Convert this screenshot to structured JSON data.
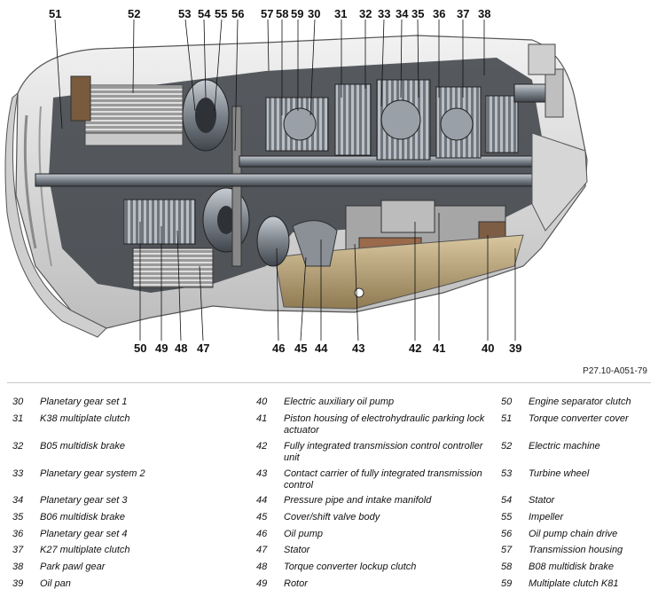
{
  "figure_code": "P27.10-A051-79",
  "callouts": {
    "top": [
      "51",
      "52",
      "53",
      "54",
      "55",
      "56",
      "57",
      "58",
      "59",
      "30",
      "31",
      "32",
      "33",
      "34",
      "35",
      "36",
      "37",
      "38"
    ],
    "bottom": [
      "50",
      "49",
      "48",
      "47",
      "46",
      "45",
      "44",
      "43",
      "42",
      "41",
      "40",
      "39"
    ]
  },
  "legend": [
    {
      "num": "30",
      "text": "Planetary gear set 1"
    },
    {
      "num": "31",
      "text": "K38 multiplate clutch"
    },
    {
      "num": "32",
      "text": "B05 multidisk brake"
    },
    {
      "num": "33",
      "text": "Planetary gear system 2"
    },
    {
      "num": "34",
      "text": "Planetary gear set 3"
    },
    {
      "num": "35",
      "text": "B06 multidisk brake"
    },
    {
      "num": "36",
      "text": "Planetary gear set 4"
    },
    {
      "num": "37",
      "text": "K27 multiplate clutch"
    },
    {
      "num": "38",
      "text": "Park pawl gear"
    },
    {
      "num": "39",
      "text": "Oil pan"
    },
    {
      "num": "40",
      "text": "Electric auxiliary oil pump"
    },
    {
      "num": "41",
      "text": "Piston housing of electrohydraulic parking lock actuator"
    },
    {
      "num": "42",
      "text": "Fully integrated transmission control controller unit"
    },
    {
      "num": "43",
      "text": "Contact carrier of fully integrated transmission control"
    },
    {
      "num": "44",
      "text": "Pressure pipe and intake manifold"
    },
    {
      "num": "45",
      "text": "Cover/shift valve body"
    },
    {
      "num": "46",
      "text": "Oil pump"
    },
    {
      "num": "47",
      "text": "Stator"
    },
    {
      "num": "48",
      "text": "Torque converter lockup clutch"
    },
    {
      "num": "49",
      "text": "Rotor"
    },
    {
      "num": "50",
      "text": "Engine separator clutch"
    },
    {
      "num": "51",
      "text": "Torque converter cover"
    },
    {
      "num": "52",
      "text": "Electric machine"
    },
    {
      "num": "53",
      "text": "Turbine wheel"
    },
    {
      "num": "54",
      "text": "Stator"
    },
    {
      "num": "55",
      "text": "Impeller"
    },
    {
      "num": "56",
      "text": "Oil pump chain drive"
    },
    {
      "num": "57",
      "text": "Transmission housing"
    },
    {
      "num": "58",
      "text": "B08 multidisk brake"
    },
    {
      "num": "59",
      "text": "Multiplate clutch K81"
    }
  ],
  "colors": {
    "housing": "#e4e4e4",
    "housing_dark": "#5a5a5a",
    "gear_metal": "#8a8f96",
    "gear_dark": "#3e4248",
    "oil_pan": "#c9b48a",
    "valve_block": "#a6a6a6",
    "copper": "#9a6a4a"
  }
}
